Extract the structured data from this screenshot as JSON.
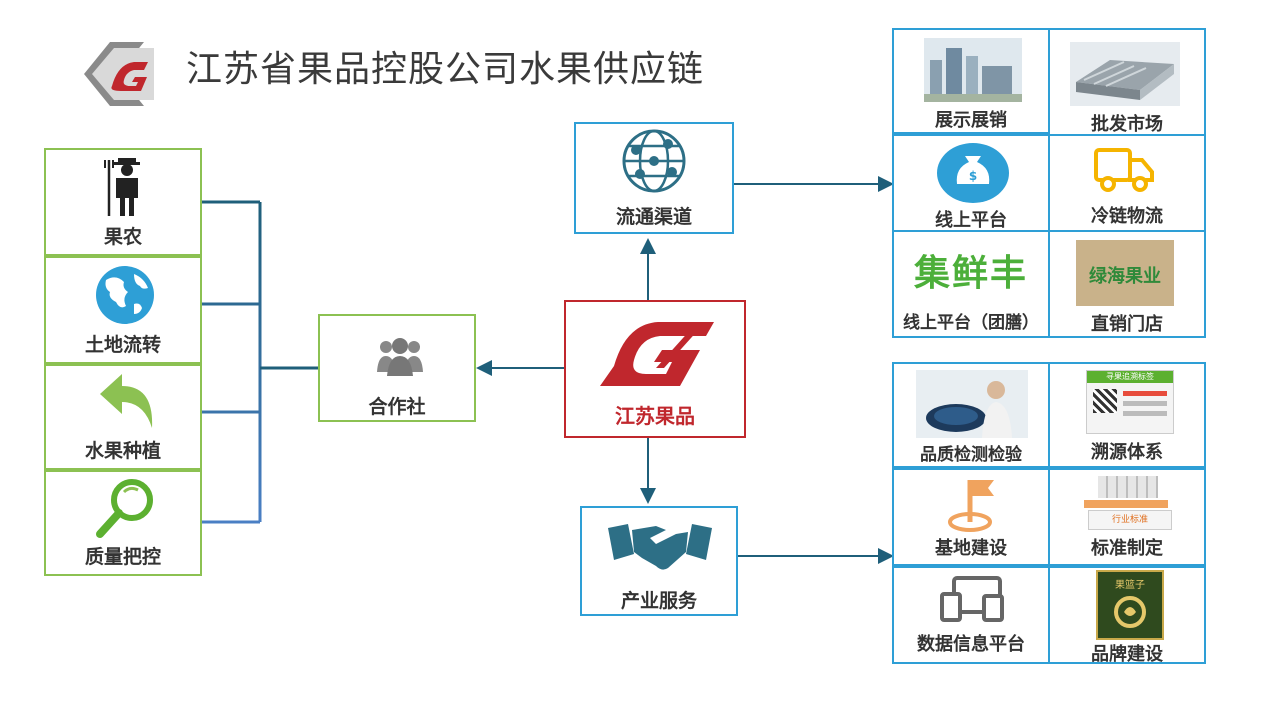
{
  "title": "江苏省果品控股公司水果供应链",
  "left_items": [
    {
      "label": "果农",
      "icon": "farmer-icon"
    },
    {
      "label": "土地流转",
      "icon": "globe-icon"
    },
    {
      "label": "水果种植",
      "icon": "curved-arrow-icon"
    },
    {
      "label": "质量把控",
      "icon": "magnifier-icon"
    }
  ],
  "coop": {
    "label": "合作社",
    "icon": "people-icon"
  },
  "center": {
    "label": "江苏果品",
    "icon": "jsgp-logo"
  },
  "channel": {
    "label": "流通渠道",
    "icon": "network-globe-icon"
  },
  "service": {
    "label": "产业服务",
    "icon": "handshake-icon"
  },
  "right_top": [
    {
      "label": "展示展销",
      "icon": "city-photo"
    },
    {
      "label": "批发市场",
      "icon": "market-photo"
    },
    {
      "label": "线上平台",
      "icon": "money-bag-icon"
    },
    {
      "label": "冷链物流",
      "icon": "truck-icon"
    },
    {
      "label": "线上平台（团膳）",
      "logo_text": "集鲜丰"
    },
    {
      "label": "直销门店",
      "logo_text": "绿海果业"
    }
  ],
  "right_bottom": [
    {
      "label": "品质检测检验",
      "icon": "lab-photo"
    },
    {
      "label": "溯源体系",
      "icon": "trace-label-icon",
      "logo_text": "寻果追溯标签"
    },
    {
      "label": "基地建设",
      "icon": "flag-icon"
    },
    {
      "label": "标准制定",
      "icon": "books-icon",
      "logo_text": "行业标准"
    },
    {
      "label": "数据信息平台",
      "icon": "devices-icon"
    },
    {
      "label": "品牌建设",
      "icon": "brand-logo",
      "logo_text": "果篮子"
    }
  ],
  "colors": {
    "green": "#8cc152",
    "blue": "#2e9fd6",
    "red": "#c0272d",
    "line": "#1f5f7a",
    "icon_teal": "#2d6f86"
  }
}
